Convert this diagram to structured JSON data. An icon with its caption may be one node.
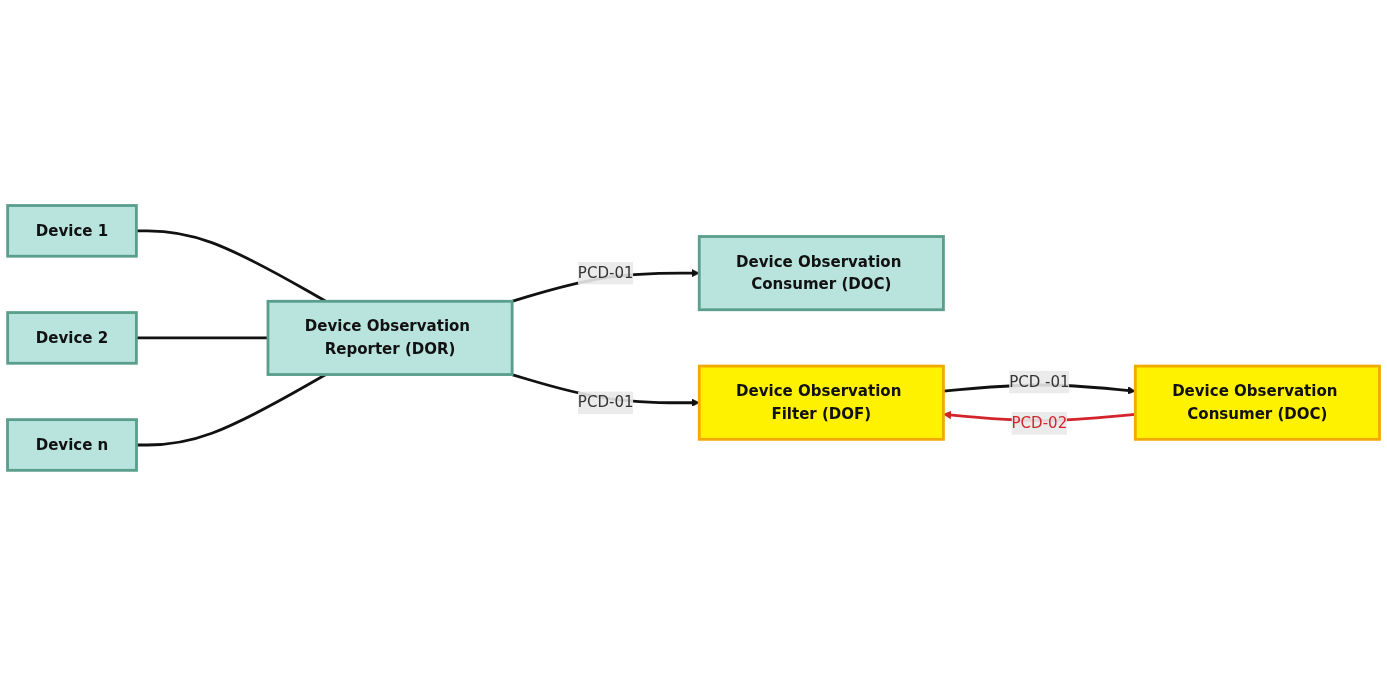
{
  "diagram": {
    "nodes": [
      {
        "text": [
          "Device 1"
        ]
      },
      {
        "text": [
          "Device 2"
        ]
      },
      {
        "text": [
          "Device n"
        ]
      },
      {
        "text": [
          "Device Observation Reporter (DOR)"
        ]
      },
      {
        "text": [
          "Device Observation Consumer (DOC)"
        ]
      },
      {
        "text": [
          "Device Observation Filter (DOF)"
        ]
      },
      {
        "text": [
          "Device Observation Consumer (DOC)"
        ]
      }
    ],
    "edges": [
      {
        "from": 0,
        "to": 3,
        "arrow": "none"
      },
      {
        "from": 1,
        "to": 3,
        "arrow": "none"
      },
      {
        "from": 2,
        "to": 3,
        "arrow": "none"
      },
      {
        "from": 3,
        "to": 4,
        "arrow": "to",
        "label": "PCD-01"
      },
      {
        "from": 3,
        "to": 5,
        "arrow": "to",
        "label": "PCD-01"
      },
      {
        "from": 6,
        "to": 5,
        "arrow": "to",
        "label": "PCD-02",
        "color": "#d3242c"
      },
      {
        "from": 5,
        "to": 6,
        "arrow": "to",
        "label": "PCD -01"
      }
    ]
  }
}
